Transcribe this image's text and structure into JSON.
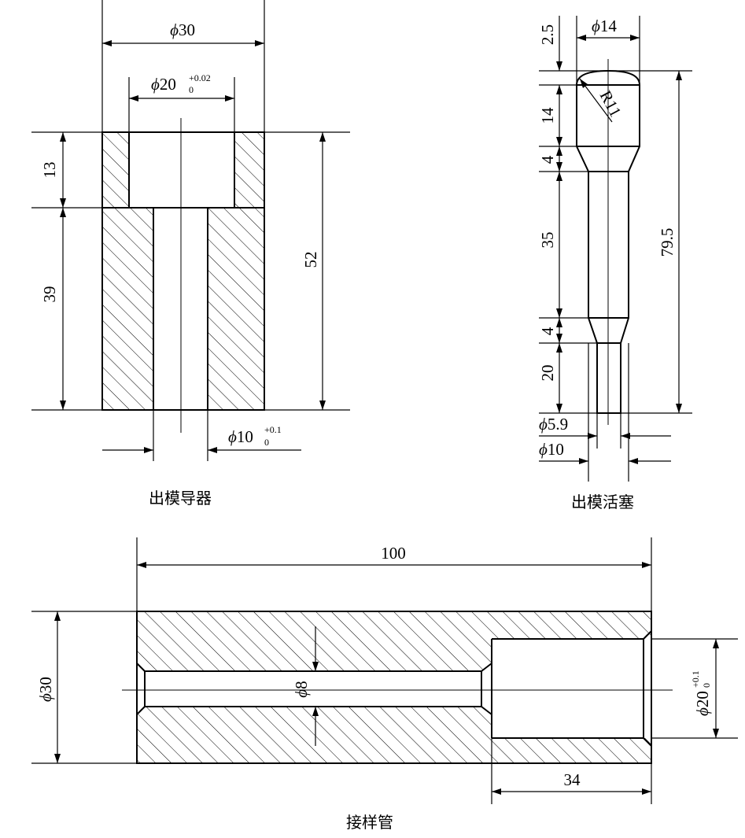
{
  "captions": {
    "guide": "出模导器",
    "piston": "出模活塞",
    "sampler": "接样管"
  },
  "guide": {
    "outer_diameter": "30",
    "bore_diameter": "20",
    "bore_tol_upper": "+0.02",
    "bore_tol_lower": "0",
    "hole_diameter": "10",
    "hole_tol_upper": "+0.1",
    "hole_tol_lower": "0",
    "counterbore_depth": "13",
    "hole_length": "39",
    "total_height": "52"
  },
  "piston": {
    "top_gap": "2.5",
    "head_diameter": "14",
    "head_radius": "R11",
    "head_height": "14",
    "taper_upper": "4",
    "shaft_length": "35",
    "taper_lower": "4",
    "tip_length": "20",
    "total_length": "79.5",
    "tip_diameter": "5.9",
    "shaft_diameter": "10"
  },
  "sampler": {
    "length": "100",
    "outer_diameter": "30",
    "inner_diameter": "8",
    "bore_diameter": "20",
    "bore_tol_upper": "+0.1",
    "bore_tol_lower": "0",
    "bore_depth": "34"
  },
  "symbols": {
    "diameter": "ϕ"
  }
}
